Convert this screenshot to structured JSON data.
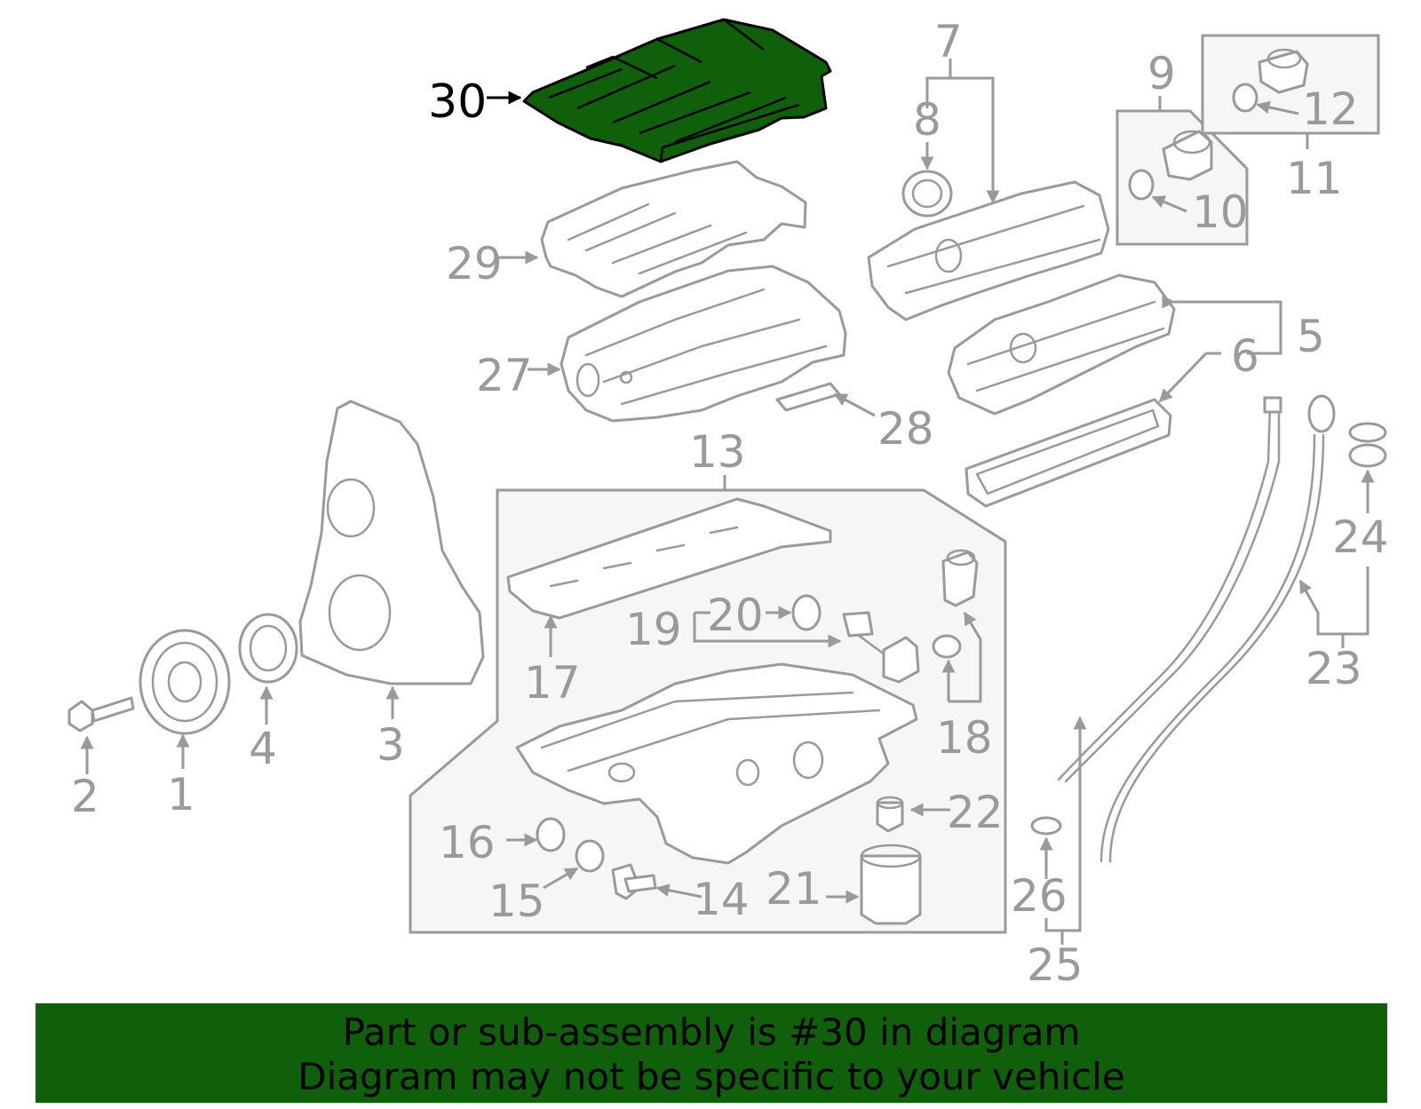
{
  "diagram": {
    "highlight_color": "#0f5f0b",
    "line_color": "#9a9a9a",
    "highlighted_callout": "30",
    "callouts": [
      "1",
      "2",
      "3",
      "4",
      "5",
      "6",
      "7",
      "8",
      "9",
      "10",
      "11",
      "12",
      "13",
      "14",
      "15",
      "16",
      "17",
      "18",
      "19",
      "20",
      "21",
      "22",
      "23",
      "24",
      "25",
      "26",
      "27",
      "28",
      "29",
      "30"
    ]
  },
  "banner": {
    "line1": "Part or sub-assembly is #30 in diagram",
    "line2": "Diagram may not be specific to your vehicle"
  }
}
